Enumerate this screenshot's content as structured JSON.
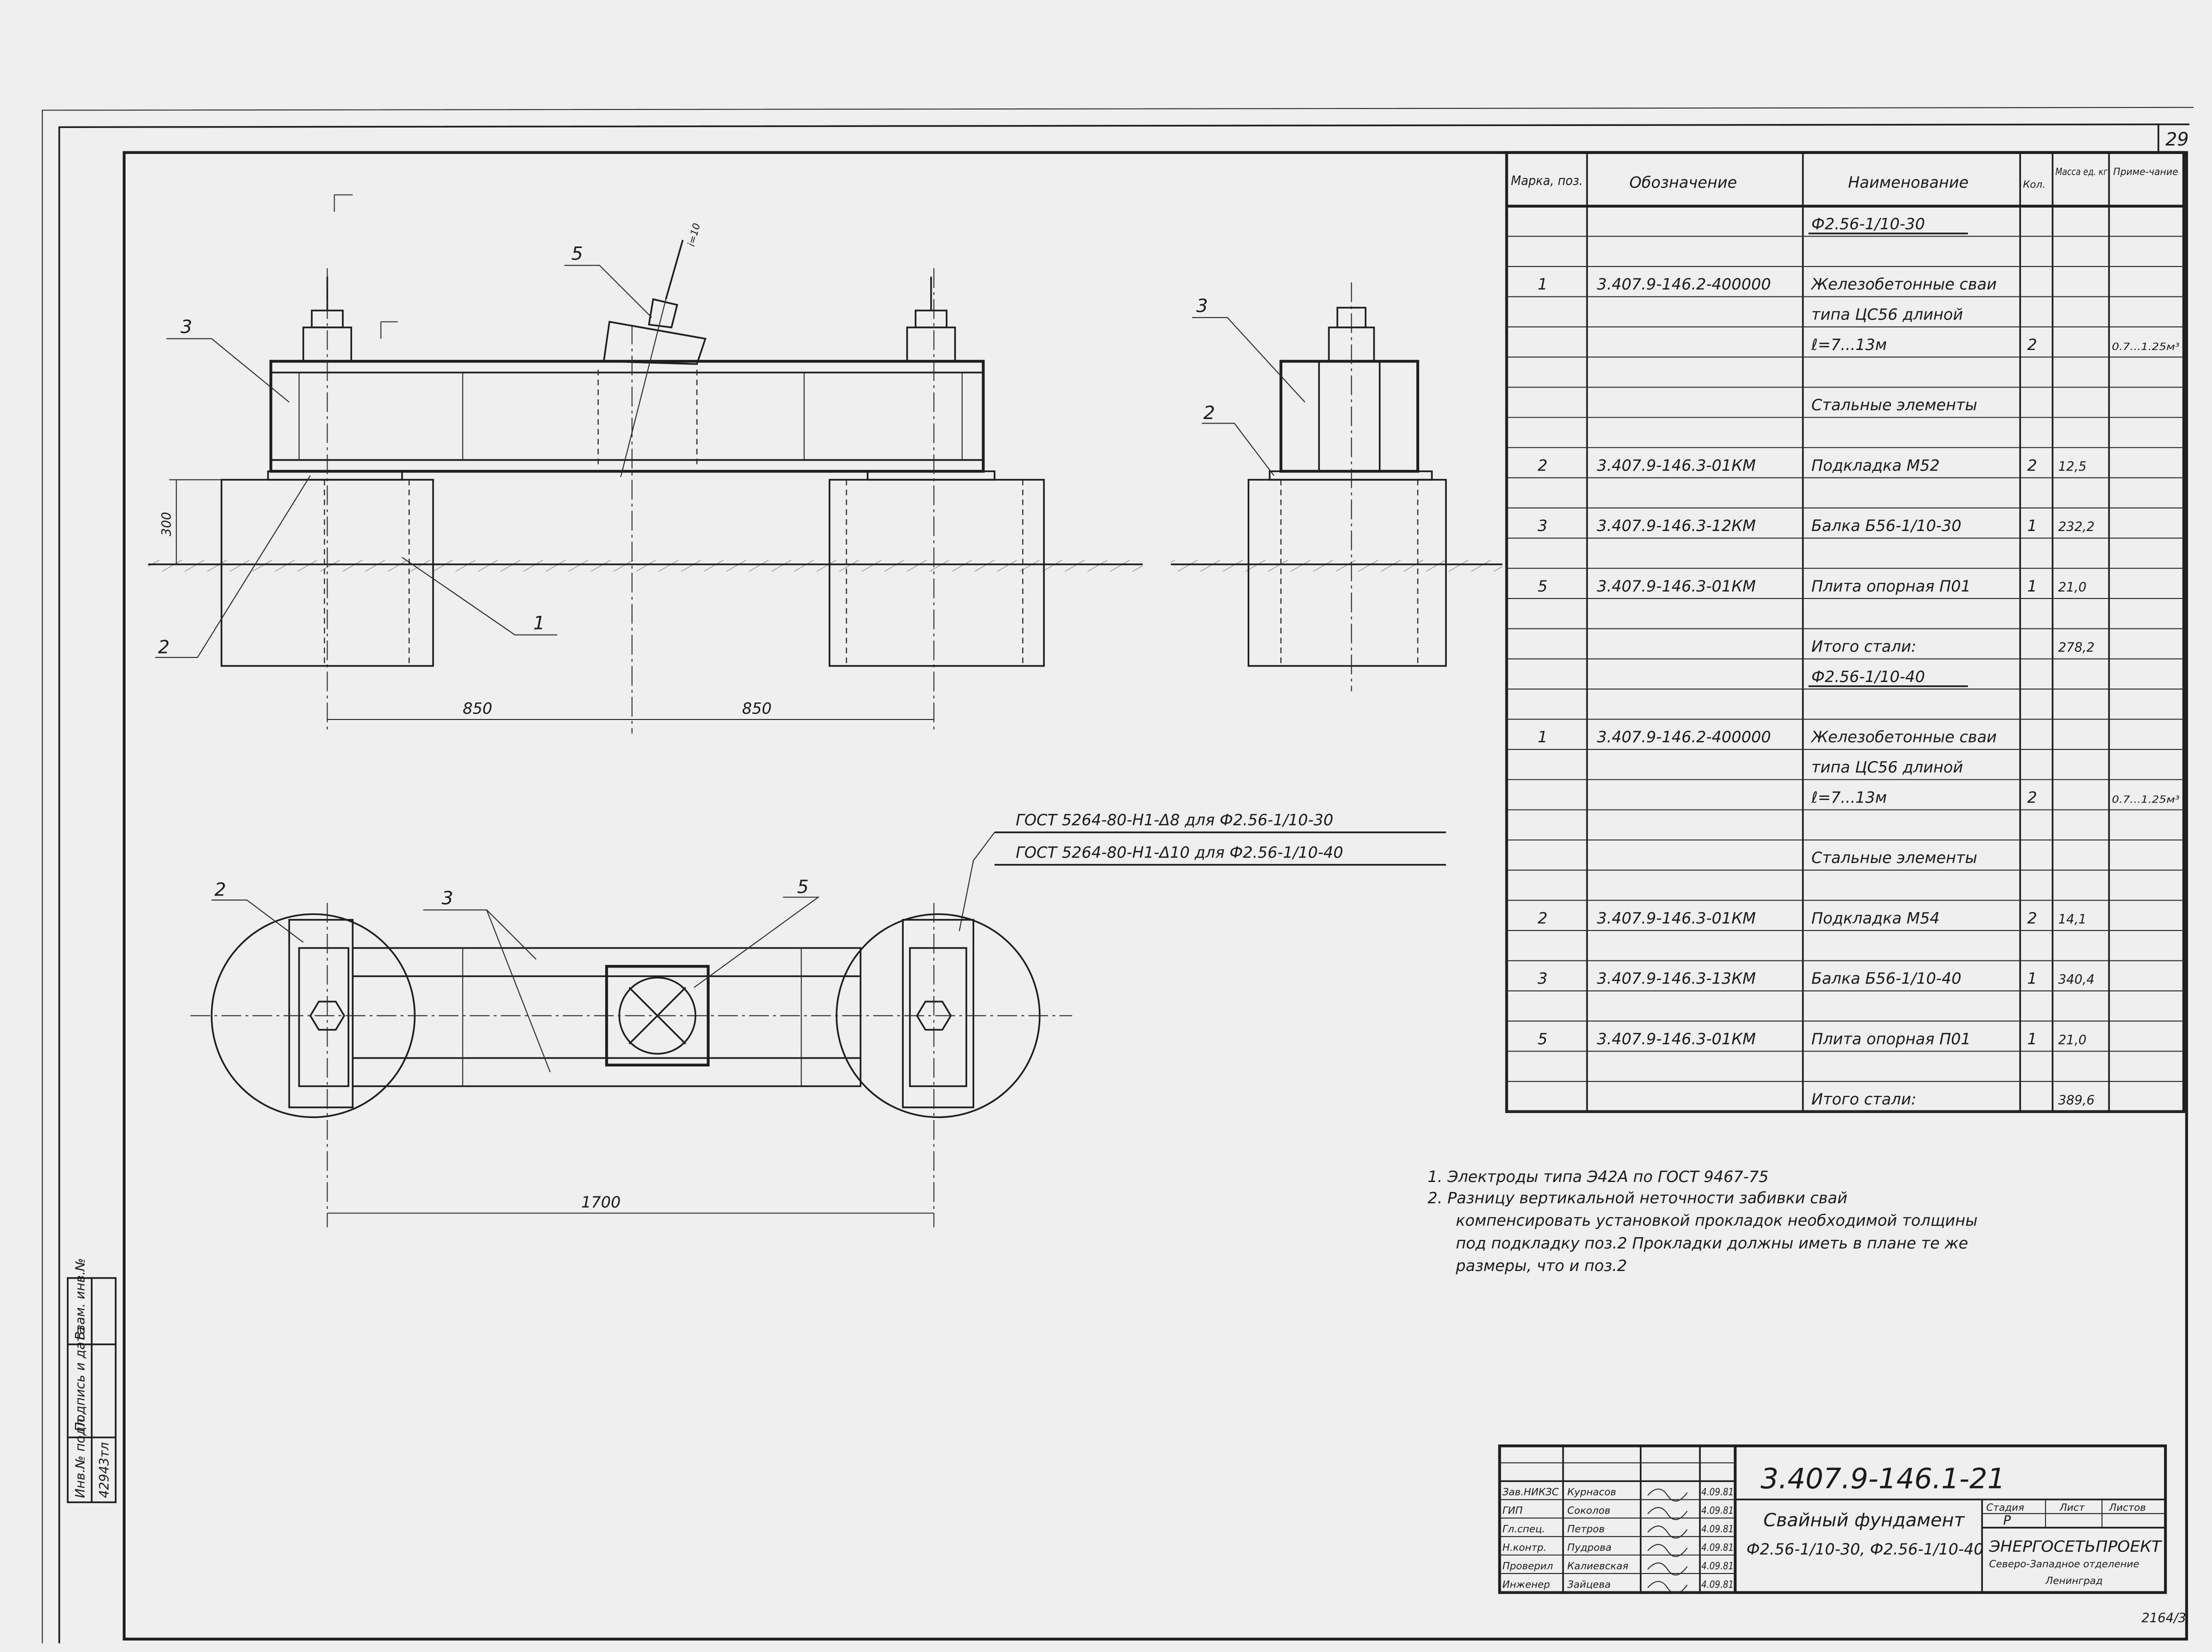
{
  "sheet": {
    "page_number": "29",
    "archive_number": "2164/3"
  },
  "spec_table": {
    "headers": {
      "mark": "Марка, поз.",
      "designation": "Обозначение",
      "name": "Наименование",
      "qty": "Кол.",
      "mass": "Масса ед. кг",
      "note": "Приме-чание"
    },
    "rows": [
      {
        "mark": "",
        "designation": "",
        "name": "Ф2.56-1/10-30",
        "qty": "",
        "mass": "",
        "note": "",
        "underline": true
      },
      {
        "mark": "",
        "designation": "",
        "name": "",
        "qty": "",
        "mass": "",
        "note": ""
      },
      {
        "mark": "1",
        "designation": "3.407.9-146.2-400000",
        "name": "Железобетонные сваи",
        "qty": "",
        "mass": "",
        "note": ""
      },
      {
        "mark": "",
        "designation": "",
        "name": "типа ЦС56 длиной",
        "qty": "",
        "mass": "",
        "note": ""
      },
      {
        "mark": "",
        "designation": "",
        "name": "ℓ=7...13м",
        "qty": "2",
        "mass": "",
        "note": "0.7...1.25м³"
      },
      {
        "mark": "",
        "designation": "",
        "name": "",
        "qty": "",
        "mass": "",
        "note": ""
      },
      {
        "mark": "",
        "designation": "",
        "name": "Стальные элементы",
        "qty": "",
        "mass": "",
        "note": ""
      },
      {
        "mark": "",
        "designation": "",
        "name": "",
        "qty": "",
        "mass": "",
        "note": ""
      },
      {
        "mark": "2",
        "designation": "3.407.9-146.3-01КМ",
        "name": "Подкладка М52",
        "qty": "2",
        "mass": "12,5",
        "note": ""
      },
      {
        "mark": "",
        "designation": "",
        "name": "",
        "qty": "",
        "mass": "",
        "note": ""
      },
      {
        "mark": "3",
        "designation": "3.407.9-146.3-12КМ",
        "name": "Балка Б56-1/10-30",
        "qty": "1",
        "mass": "232,2",
        "note": ""
      },
      {
        "mark": "",
        "designation": "",
        "name": "",
        "qty": "",
        "mass": "",
        "note": ""
      },
      {
        "mark": "5",
        "designation": "3.407.9-146.3-01КМ",
        "name": "Плита опорная П01",
        "qty": "1",
        "mass": "21,0",
        "note": ""
      },
      {
        "mark": "",
        "designation": "",
        "name": "",
        "qty": "",
        "mass": "",
        "note": ""
      },
      {
        "mark": "",
        "designation": "",
        "name": "Итого стали:",
        "qty": "",
        "mass": "278,2",
        "note": ""
      },
      {
        "mark": "",
        "designation": "",
        "name": "Ф2.56-1/10-40",
        "qty": "",
        "mass": "",
        "note": "",
        "underline": true
      },
      {
        "mark": "",
        "designation": "",
        "name": "",
        "qty": "",
        "mass": "",
        "note": ""
      },
      {
        "mark": "1",
        "designation": "3.407.9-146.2-400000",
        "name": "Железобетонные сваи",
        "qty": "",
        "mass": "",
        "note": ""
      },
      {
        "mark": "",
        "designation": "",
        "name": "типа ЦС56 длиной",
        "qty": "",
        "mass": "",
        "note": ""
      },
      {
        "mark": "",
        "designation": "",
        "name": "ℓ=7...13м",
        "qty": "2",
        "mass": "",
        "note": "0.7...1.25м³"
      },
      {
        "mark": "",
        "designation": "",
        "name": "",
        "qty": "",
        "mass": "",
        "note": ""
      },
      {
        "mark": "",
        "designation": "",
        "name": "Стальные элементы",
        "qty": "",
        "mass": "",
        "note": ""
      },
      {
        "mark": "",
        "designation": "",
        "name": "",
        "qty": "",
        "mass": "",
        "note": ""
      },
      {
        "mark": "2",
        "designation": "3.407.9-146.3-01КМ",
        "name": "Подкладка М54",
        "qty": "2",
        "mass": "14,1",
        "note": ""
      },
      {
        "mark": "",
        "designation": "",
        "name": "",
        "qty": "",
        "mass": "",
        "note": ""
      },
      {
        "mark": "3",
        "designation": "3.407.9-146.3-13КМ",
        "name": "Балка Б56-1/10-40",
        "qty": "1",
        "mass": "340,4",
        "note": ""
      },
      {
        "mark": "",
        "designation": "",
        "name": "",
        "qty": "",
        "mass": "",
        "note": ""
      },
      {
        "mark": "5",
        "designation": "3.407.9-146.3-01КМ",
        "name": "Плита опорная П01",
        "qty": "1",
        "mass": "21,0",
        "note": ""
      },
      {
        "mark": "",
        "designation": "",
        "name": "",
        "qty": "",
        "mass": "",
        "note": ""
      },
      {
        "mark": "",
        "designation": "",
        "name": "Итого стали:",
        "qty": "",
        "mass": "389,6",
        "note": ""
      }
    ]
  },
  "elevation": {
    "callouts": {
      "beam": "3",
      "plate": "5",
      "pad": "2",
      "pile": "1"
    },
    "dim_height": "300",
    "dim_left": "850",
    "dim_right": "850",
    "slope_label": "i=10"
  },
  "side_view": {
    "callouts": {
      "beam": "3",
      "pad": "2"
    }
  },
  "plan": {
    "callouts": {
      "pad": "2",
      "beam": "3",
      "plate": "5"
    },
    "dim_length": "1700"
  },
  "weld_notes": [
    "ГОСТ 5264-80-Н1-Δ8 для Ф2.56-1/10-30",
    "ГОСТ 5264-80-Н1-Δ10 для Ф2.56-1/10-40"
  ],
  "notes": [
    "1. Электроды типа Э42А по ГОСТ 9467-75",
    "2. Разницу вертикальной неточности забивки свай",
    "компенсировать установкой прокладок необходимой толщины",
    "под подкладку поз.2 Прокладки должны иметь в плане те же",
    "размеры, что и поз.2"
  ],
  "title_block": {
    "doc_number": "3.407.9-146.1-21",
    "title": "Свайный фундамент",
    "subtitle": "Ф2.56-1/10-30, Ф2.56-1/10-40",
    "stage_header": "Стадия",
    "sheet_header": "Лист",
    "sheets_header": "Листов",
    "stage": "Р",
    "org": "ЭНЕРГОСЕТЬПРОЕКТ",
    "org_branch": "Северо-Западное отделение",
    "org_city": "Ленинград",
    "signatures": [
      {
        "role": "Зав.НИКЗС",
        "name": "Курнасов",
        "date": "4.09.81"
      },
      {
        "role": "ГИП",
        "name": "Соколов",
        "date": "4.09.81"
      },
      {
        "role": "Гл.спец.",
        "name": "Петров",
        "date": "4.09.81"
      },
      {
        "role": "Н.контр.",
        "name": "Пудрова",
        "date": "4.09.81"
      },
      {
        "role": "Проверил",
        "name": "Калиевская",
        "date": "4.09.81"
      },
      {
        "role": "Инженер",
        "name": "Зайцева",
        "date": "4.09.81"
      }
    ]
  },
  "side_stamp": {
    "inv_label": "Инв.№ подл.",
    "inv_value": "42943тл",
    "sign_label": "Подпись и дата",
    "replace_label": "Взам. инв.№"
  }
}
